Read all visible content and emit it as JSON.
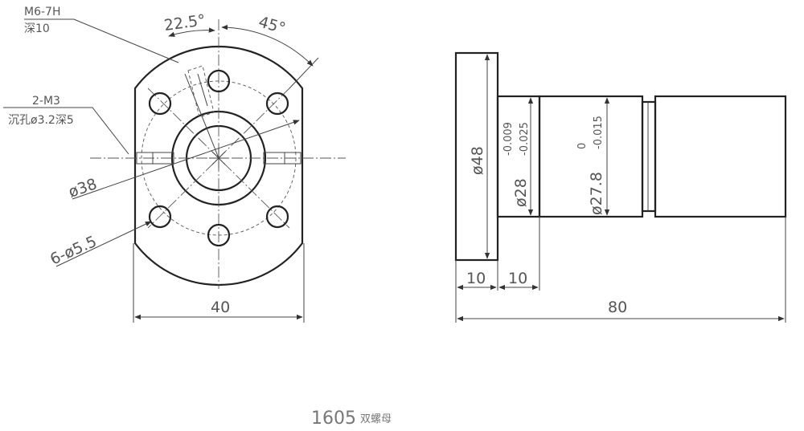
{
  "front_view": {
    "thread_label": "M6-7H",
    "thread_depth": "深10",
    "angle_a": "22.5°",
    "angle_b": "45°",
    "hole2_label": "2-M3",
    "hole2_sub": "沉孔ø3.2深5",
    "pcd_label": "ø38",
    "holes_label": "6-ø5.5",
    "width_label": "40"
  },
  "side_view": {
    "flange_dia": "ø48",
    "body_dia": "ø28",
    "body_tol_upper": "-0.009",
    "body_tol_lower": "-0.025",
    "sleeve_dia": "ø27.8",
    "sleeve_tol_upper": "0",
    "sleeve_tol_lower": "-0.015",
    "flange_len": "10",
    "neck_len": "10",
    "total_len": "80"
  },
  "caption": {
    "model": "1605",
    "name": "双螺母"
  }
}
